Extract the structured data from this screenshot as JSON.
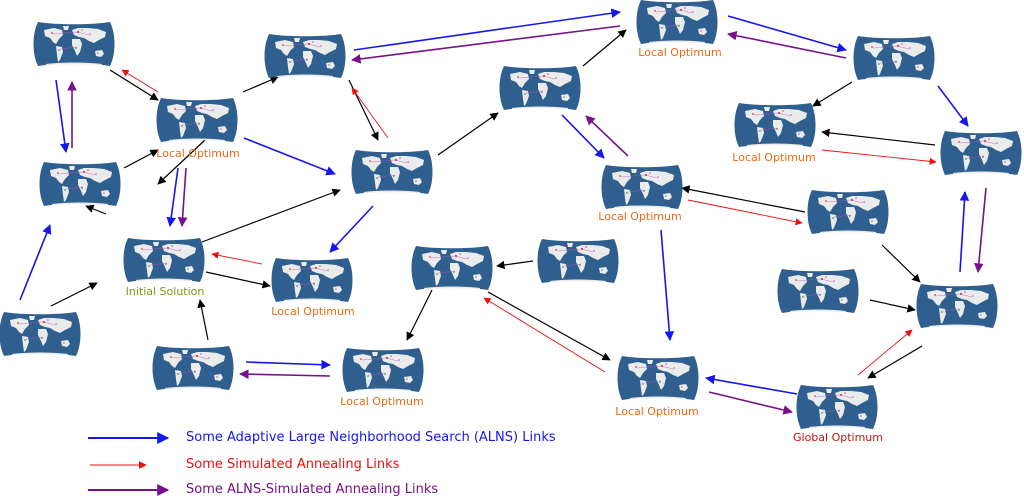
{
  "colors": {
    "alns": "#1515ee",
    "sa": "#ee1010",
    "alns_sa": "#77108a",
    "neighbor": "#000000",
    "map_ocean": "#2f5f8e",
    "map_land": "#e9ecea",
    "label_local": "#ee6a10",
    "label_global": "#cc1010",
    "label_initial": "#7aa010"
  },
  "labels": {
    "local_optimum": "Local Optimum",
    "global_optimum": "Global Optimum",
    "initial_solution": "Initial Solution"
  },
  "legend": {
    "alns": "Some Adaptive Large Neighborhood Search (ALNS) Links",
    "sa": "Some Simulated Annealing Links",
    "alns_sa": "Some ALNS-Simulated Annealing Links"
  }
}
